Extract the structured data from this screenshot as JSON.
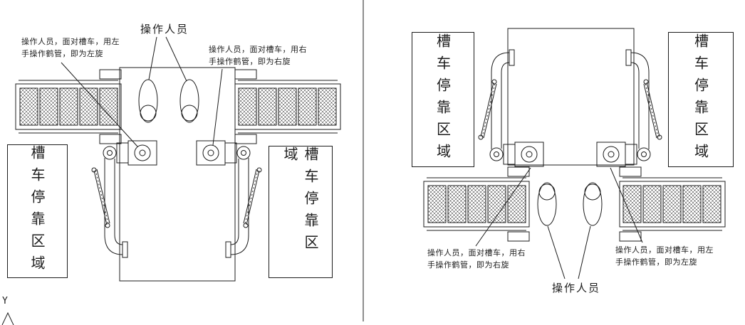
{
  "colors": {
    "line": "#1c1c1c",
    "background": "#ffffff"
  },
  "left_diagram": {
    "operator_label": "操作人员",
    "note_left": "操作人员，面对槽车，用左\n手操作鹤管，即为左旋",
    "note_right": "操作人员，面对槽车，用右\n手操作鹤管，即为右旋",
    "parking_left": "槽车停靠区域",
    "parking_right": "槽车停靠区域"
  },
  "right_diagram": {
    "operator_label": "操作人员",
    "note_left": "操作人员，面对槽车，用右\n手操作鹤管，即为右旋",
    "note_right": "操作人员，面对槽车，用左\n手操作鹤管，即为左旋",
    "parking_left": "槽车停靠区域",
    "parking_right": "槽车停靠区域"
  },
  "axis": {
    "y_label": "Y"
  }
}
